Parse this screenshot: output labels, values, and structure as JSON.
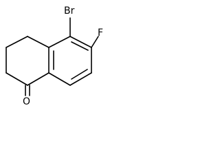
{
  "molecule": {
    "atoms": {
      "br": "Br",
      "f": "F",
      "o": "O"
    }
  }
}
